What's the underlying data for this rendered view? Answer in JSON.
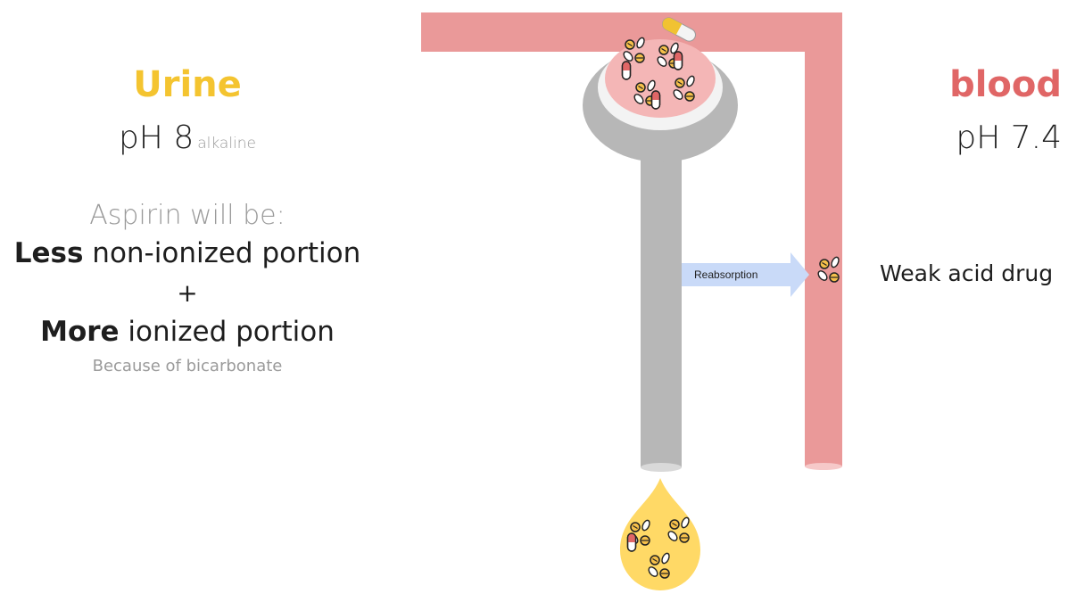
{
  "urine": {
    "title": "Urine",
    "title_color": "#f4c430",
    "ph": "pH 8",
    "ph_note": "alkaline"
  },
  "explanation": {
    "intro": "Aspirin will be:",
    "less_bold": "Less",
    "less_rest": " non-ionized portion",
    "plus": "+",
    "more_bold": "More",
    "more_rest": " ionized portion",
    "note": "Because of bicarbonate"
  },
  "blood": {
    "title": "blood",
    "title_color": "#e06666",
    "ph": "pH 7.4"
  },
  "arrow_label": "Reabsorption",
  "drug_label": "Weak acid drug",
  "colors": {
    "blood_vessel": "#ea9999",
    "tubule": "#b7b7b7",
    "glomerulus": "#f4b6b6",
    "urine_drop": "#ffd966",
    "arrow": "#c9daf8"
  },
  "icons": {
    "pill": "capsule-icon",
    "acid_molecule": "weak-acid-molecule-icon"
  }
}
